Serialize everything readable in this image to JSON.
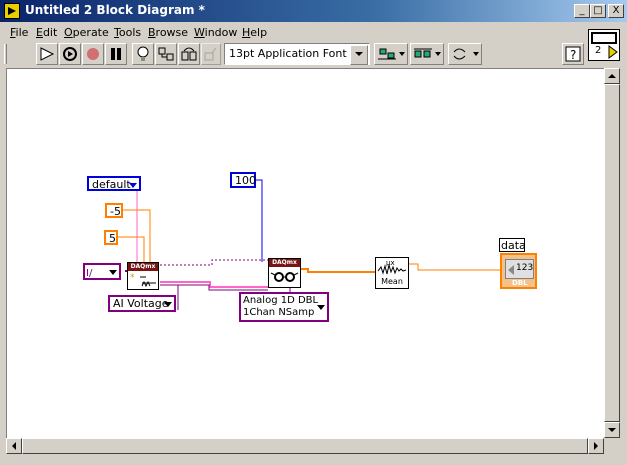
{
  "window": {
    "title": "Untitled 2 Block Diagram *",
    "buttons": [
      "_",
      "□",
      "X"
    ]
  },
  "menu": [
    "File",
    "Edit",
    "Operate",
    "Tools",
    "Browse",
    "Window",
    "Help"
  ],
  "toolbar": {
    "font": "13pt Application Font",
    "vi_icon_number": "2"
  },
  "diagram": {
    "string_constant": "default",
    "min_value": "-5",
    "max_value": "5",
    "samples": "100",
    "channel_type": "AI Voltage",
    "read_type_line1": "Analog 1D DBL",
    "read_type_line2": "1Chan NSamp",
    "create_channel_header": "DAQmx",
    "read_header": "DAQmx",
    "mean_label": "Mean",
    "indicator_label": "data",
    "indicator_value": "123",
    "indicator_type": "DBL"
  },
  "colors": {
    "string_wire": "#ff66cc",
    "numeric_orange": "#ff7f00",
    "numeric_blue": "#0000ff",
    "purple": "#800080",
    "daqmx_header": "#7a1414"
  }
}
